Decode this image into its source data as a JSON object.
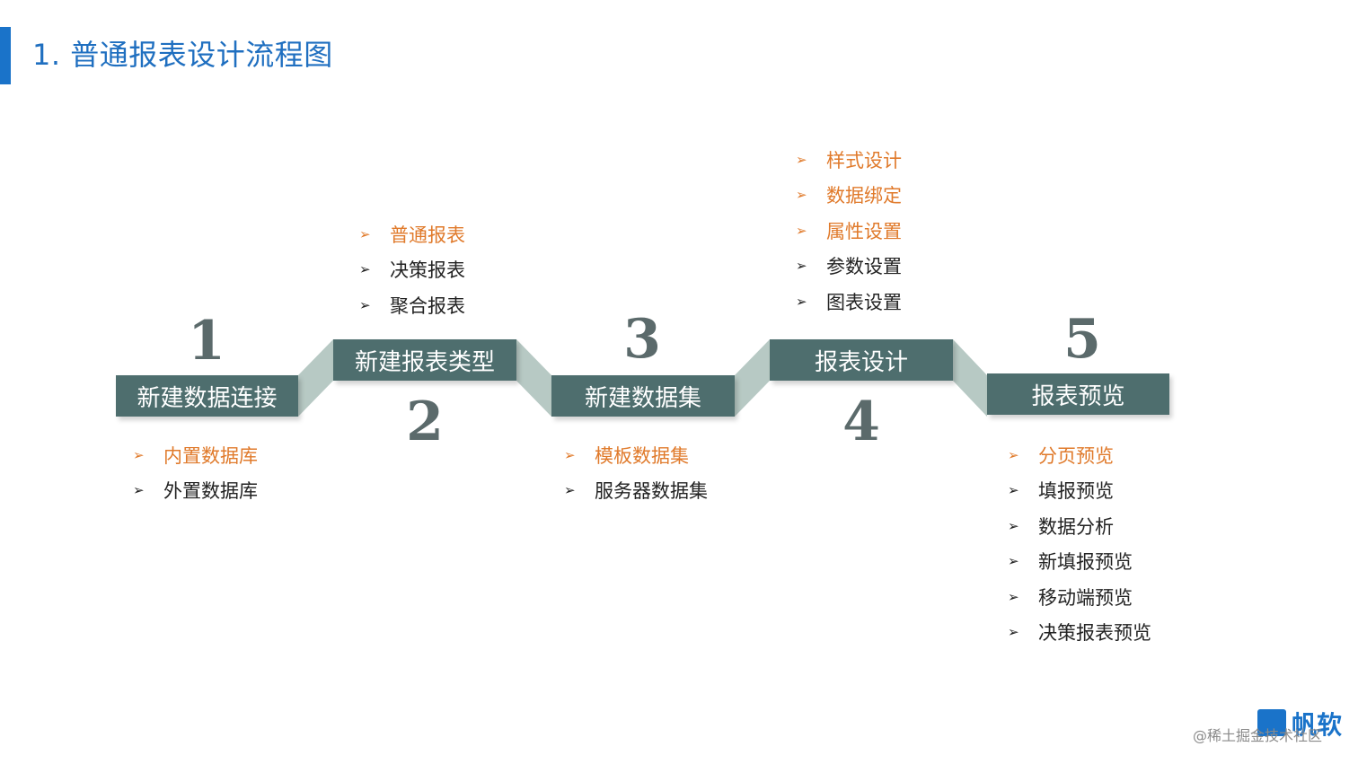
{
  "title": "1. 普通报表设计流程图",
  "colors": {
    "accent": "#1a73c9",
    "box": "#4e6e6e",
    "highlight": "#e07a2b",
    "connector": "#b7c9c4"
  },
  "steps": [
    {
      "num": "1",
      "label": "新建数据连接"
    },
    {
      "num": "2",
      "label": "新建报表类型"
    },
    {
      "num": "3",
      "label": "新建数据集"
    },
    {
      "num": "4",
      "label": "报表设计"
    },
    {
      "num": "5",
      "label": "报表预览"
    }
  ],
  "lists": {
    "step1": [
      {
        "text": "内置数据库",
        "highlight": true
      },
      {
        "text": "外置数据库",
        "highlight": false
      }
    ],
    "step2": [
      {
        "text": "普通报表",
        "highlight": true
      },
      {
        "text": "决策报表",
        "highlight": false
      },
      {
        "text": "聚合报表",
        "highlight": false
      }
    ],
    "step3": [
      {
        "text": "模板数据集",
        "highlight": true
      },
      {
        "text": "服务器数据集",
        "highlight": false
      }
    ],
    "step4": [
      {
        "text": "样式设计",
        "highlight": true
      },
      {
        "text": "数据绑定",
        "highlight": true
      },
      {
        "text": "属性设置",
        "highlight": true
      },
      {
        "text": "参数设置",
        "highlight": false
      },
      {
        "text": "图表设置",
        "highlight": false
      }
    ],
    "step5": [
      {
        "text": "分页预览",
        "highlight": true
      },
      {
        "text": "填报预览",
        "highlight": false
      },
      {
        "text": "数据分析",
        "highlight": false
      },
      {
        "text": "新填报预览",
        "highlight": false
      },
      {
        "text": "移动端预览",
        "highlight": false
      },
      {
        "text": "决策报表预览",
        "highlight": false
      }
    ]
  },
  "logo": {
    "text": "帆软"
  },
  "watermark": "@稀土掘金技术社区"
}
